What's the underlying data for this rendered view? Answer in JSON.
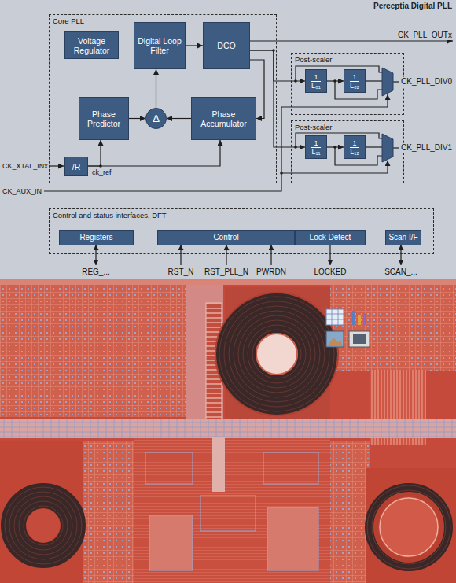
{
  "diagram": {
    "title": "Perceptia Digital PLL",
    "nodes": [
      {
        "text": [
          "Core PLL"
        ]
      },
      {
        "text": [
          "Voltage Regulator"
        ],
        "in": 0
      },
      {
        "text": [
          "Digital Loop Filter"
        ],
        "in": 0
      },
      {
        "text": [
          "DCO"
        ],
        "in": 0
      },
      {
        "text": [
          "Phase Predictor"
        ],
        "in": 0
      },
      {
        "text": [
          "Δ"
        ],
        "in": 0
      },
      {
        "text": [
          "Phase Accumulator"
        ],
        "in": 0
      },
      {
        "text": [
          "/R"
        ],
        "in": 0
      },
      {
        "text": [
          "Post-scaler"
        ]
      },
      {
        "text": [
          "1",
          "L₀₁"
        ],
        "in": 8
      },
      {
        "text": [
          "1",
          "L₀₂"
        ],
        "in": 8
      },
      {
        "text": [
          "Post-scaler"
        ]
      },
      {
        "text": [
          "1",
          "L₁₁"
        ],
        "in": 11
      },
      {
        "text": [
          "1",
          "L₁₂"
        ],
        "in": 11
      },
      {
        "text": [
          "Control and status interfaces, DFT"
        ]
      },
      {
        "text": [
          "Registers"
        ],
        "in": 14
      },
      {
        "text": [
          "Control"
        ],
        "in": 14
      },
      {
        "text": [
          "Lock Detect"
        ],
        "in": 14
      },
      {
        "text": [
          "Scan I/F"
        ],
        "in": 14
      }
    ],
    "edges": [
      {
        "from": 2,
        "to": 3,
        "arrow": "to"
      },
      {
        "from": 5,
        "to": 2,
        "arrow": "to"
      },
      {
        "from": 4,
        "to": 5,
        "arrow": "to"
      },
      {
        "from": 6,
        "to": 5,
        "arrow": "to"
      },
      {
        "from": 3,
        "to": 6,
        "arrow": "to"
      },
      {
        "from": 7,
        "to": 4,
        "arrow": "to"
      },
      {
        "from": 7,
        "to": 6,
        "arrow": "to"
      },
      {
        "from": 3,
        "to": 9,
        "arrow": "to"
      },
      {
        "from": 3,
        "to": 12,
        "arrow": "to"
      },
      {
        "from": 9,
        "to": 10,
        "arrow": "to"
      },
      {
        "from": 12,
        "to": 13,
        "arrow": "to"
      }
    ],
    "labels": [
      "CK_PLL_OUTx",
      "CK_PLL_DIV0",
      "CK_PLL_DIV1",
      "CK_XTAL_INx",
      "ck_ref",
      "CK_AUX_IN",
      "REG_...",
      "RST_N",
      "RST_PLL_N",
      "PWRDN",
      "LOCKED",
      "SCAN_..."
    ]
  }
}
